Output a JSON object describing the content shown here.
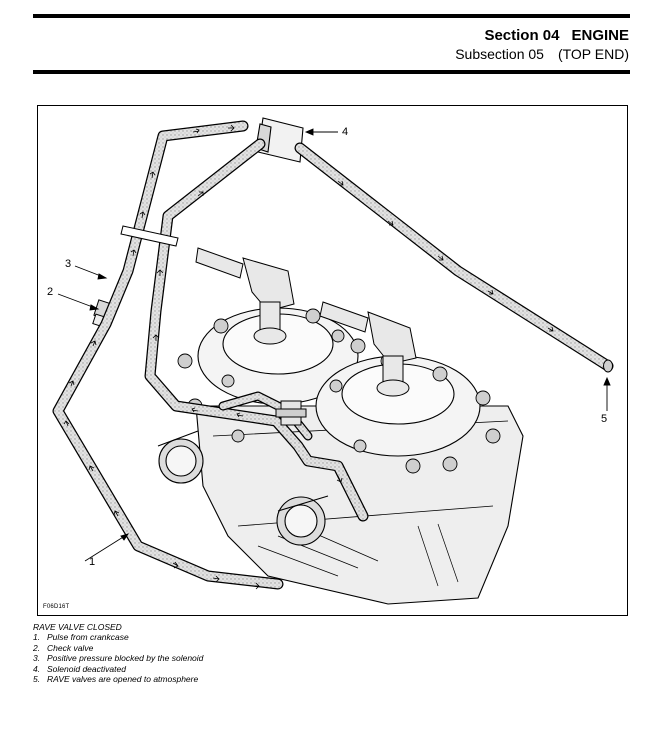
{
  "header": {
    "section": "Section 04",
    "section_title": "ENGINE",
    "subsection": "Subsection 05",
    "subsection_title": "(TOP END)"
  },
  "figure": {
    "id_label": "F06D16T",
    "callouts": [
      "1",
      "2",
      "3",
      "4",
      "5"
    ]
  },
  "caption": {
    "title": "RAVE VALVE CLOSED",
    "items": [
      {
        "num": "1.",
        "text": "Pulse from crankcase"
      },
      {
        "num": "2.",
        "text": "Check valve"
      },
      {
        "num": "3.",
        "text": "Positive pressure blocked by the solenoid"
      },
      {
        "num": "4.",
        "text": "Solenoid deactivated"
      },
      {
        "num": "5.",
        "text": "RAVE valves are opened to atmosphere"
      }
    ]
  }
}
